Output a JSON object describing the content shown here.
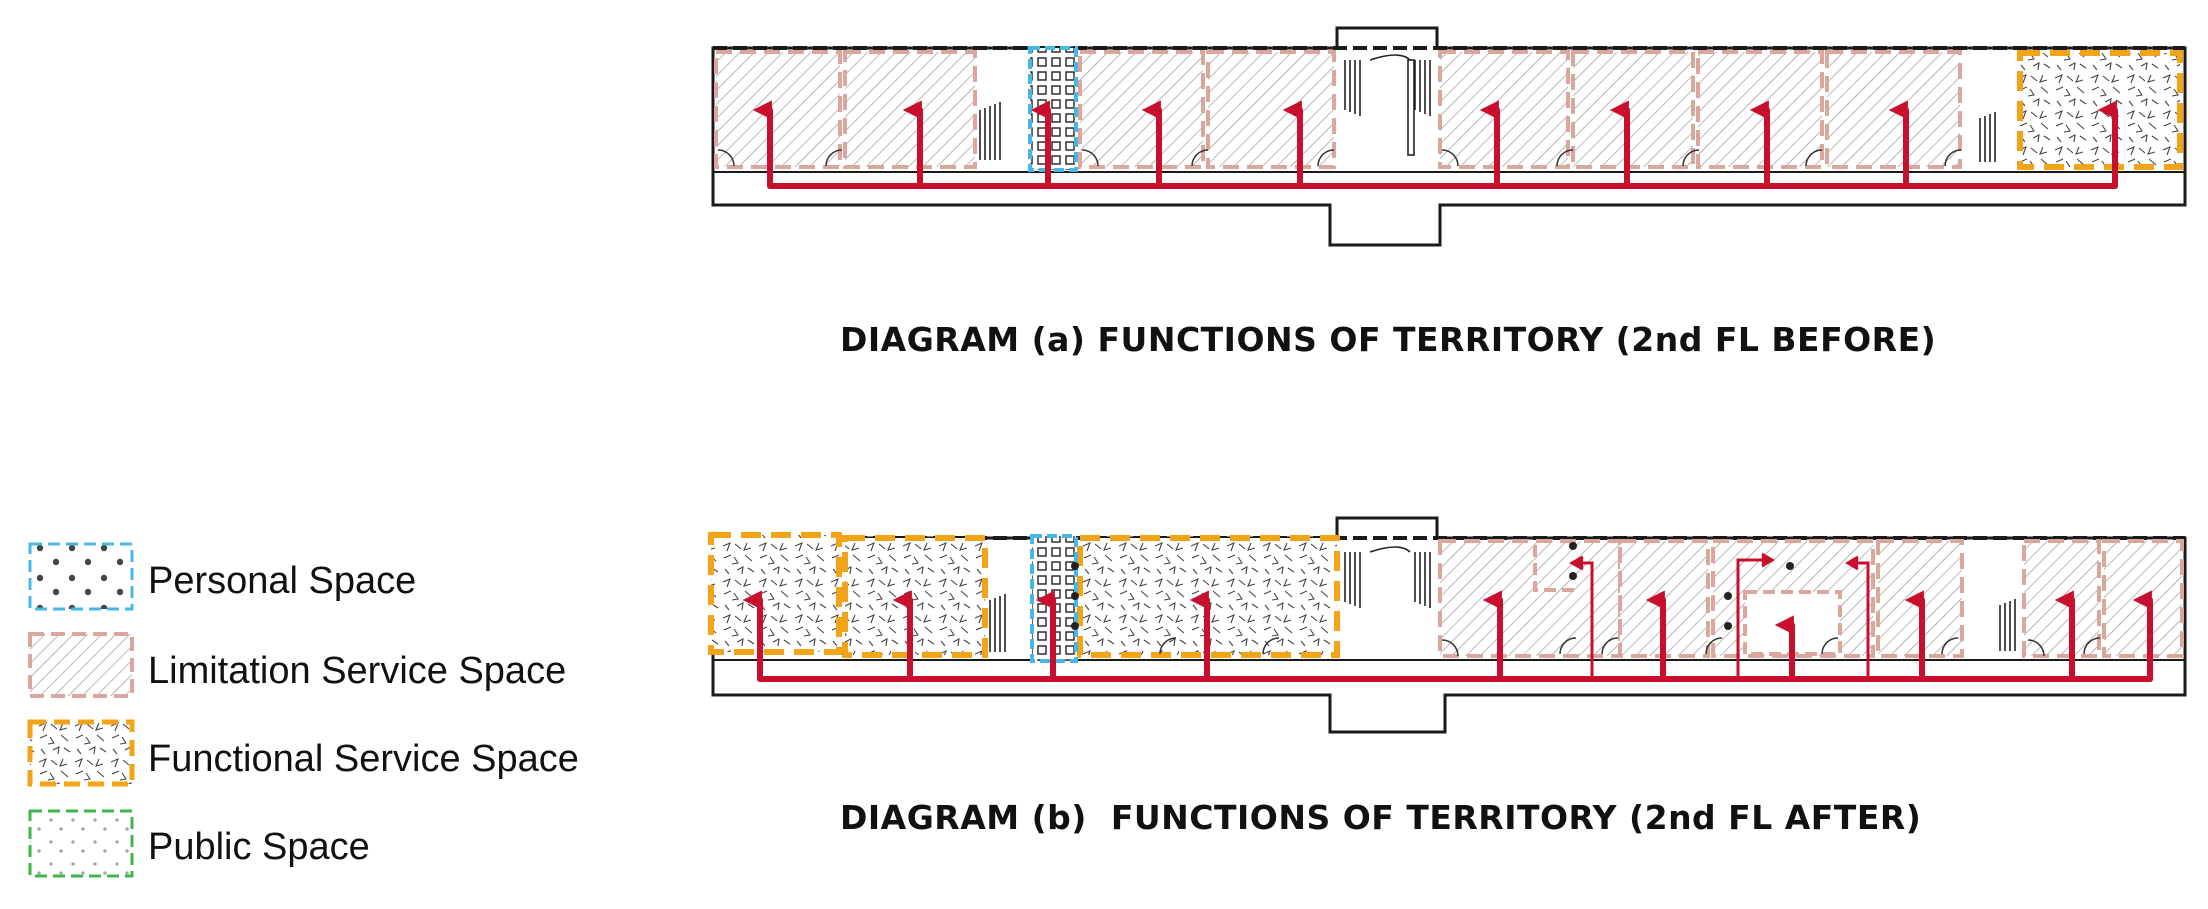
{
  "captions": {
    "a": "DIAGRAM (a) FUNCTIONS OF TERRITORY (2nd FL BEFORE)",
    "b": "DIAGRAM (b)  FUNCTIONS OF TERRITORY (2nd FL AFTER)"
  },
  "legend": [
    {
      "label": "Personal Space",
      "pattern": "dots",
      "color": "#45b8e6"
    },
    {
      "label": "Limitation Service Space",
      "pattern": "hatch",
      "color": "#dba79c"
    },
    {
      "label": "Functional Service Space",
      "pattern": "scribble",
      "color": "#f2a316"
    },
    {
      "label": "Public Space",
      "pattern": "crosses",
      "color": "#3fb54a"
    }
  ],
  "colors": {
    "flow_arrow": "#c8102e",
    "wall": "#1a1a1a",
    "limitation_outline": "#dba79c",
    "functional_outline": "#f2a316",
    "personal_outline": "#45b8e6",
    "public_outline": "#3fb54a"
  }
}
